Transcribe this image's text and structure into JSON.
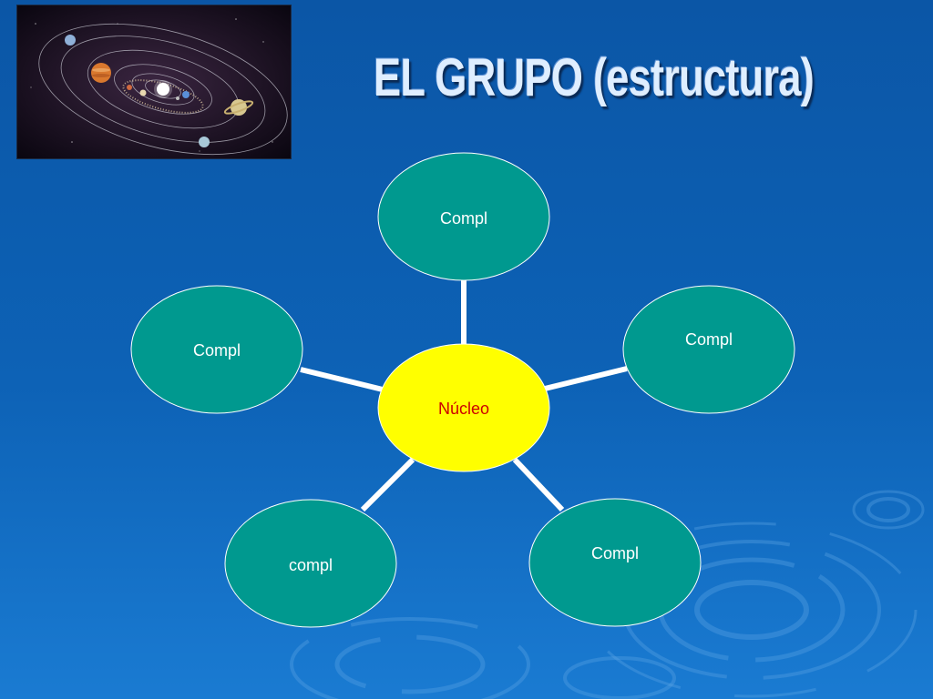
{
  "slide": {
    "title": "EL GRUPO (estructura)",
    "image": {
      "description_icon": "solar-system-image"
    }
  },
  "diagram": {
    "center": {
      "label": "Núcleo",
      "fill": "#ffff00",
      "text_color": "#cc0000"
    },
    "satellites": [
      {
        "label": "Compl"
      },
      {
        "label": "Compl"
      },
      {
        "label": "Compl"
      },
      {
        "label": "compl"
      },
      {
        "label": "Compl"
      }
    ],
    "satellite_fill": "#00998f",
    "satellite_text_color": "#ffffff",
    "connector_color": "#ffffff"
  },
  "colors": {
    "background": "#0d62b6",
    "title": "#dfeeff"
  }
}
